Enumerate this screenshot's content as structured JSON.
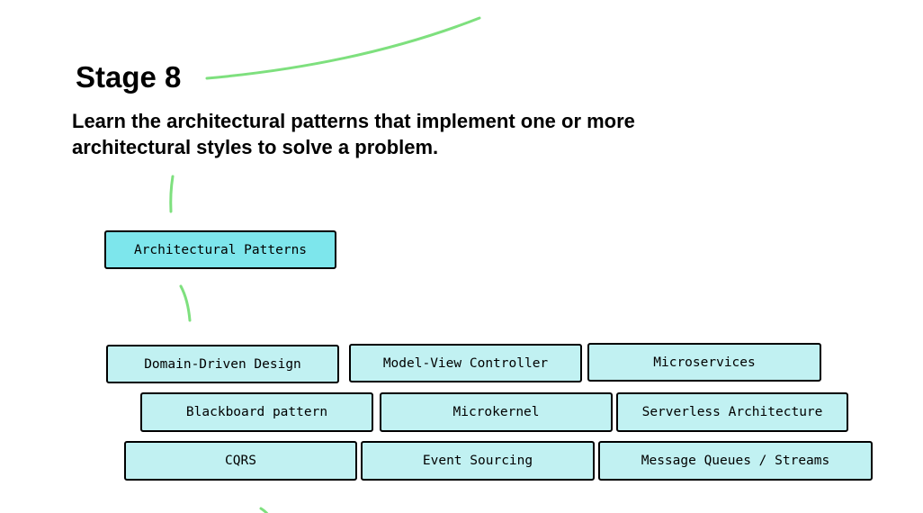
{
  "stage": {
    "title": "Stage 8",
    "description": "Learn the architectural patterns that implement one or more architectural styles to solve a problem."
  },
  "main_topic": {
    "label": "Architectural Patterns"
  },
  "subtopics": [
    {
      "label": "Domain-Driven Design"
    },
    {
      "label": "Model-View Controller"
    },
    {
      "label": "Microservices"
    },
    {
      "label": "Blackboard pattern"
    },
    {
      "label": "Microkernel"
    },
    {
      "label": "Serverless Architecture"
    },
    {
      "label": "CQRS"
    },
    {
      "label": "Event Sourcing"
    },
    {
      "label": "Message Queues / Streams"
    }
  ],
  "colors": {
    "main_node_fill": "#7de6ec",
    "sub_node_fill": "#c1f1f2",
    "connector": "#7ee07e",
    "text": "#000000",
    "background": "#ffffff"
  }
}
